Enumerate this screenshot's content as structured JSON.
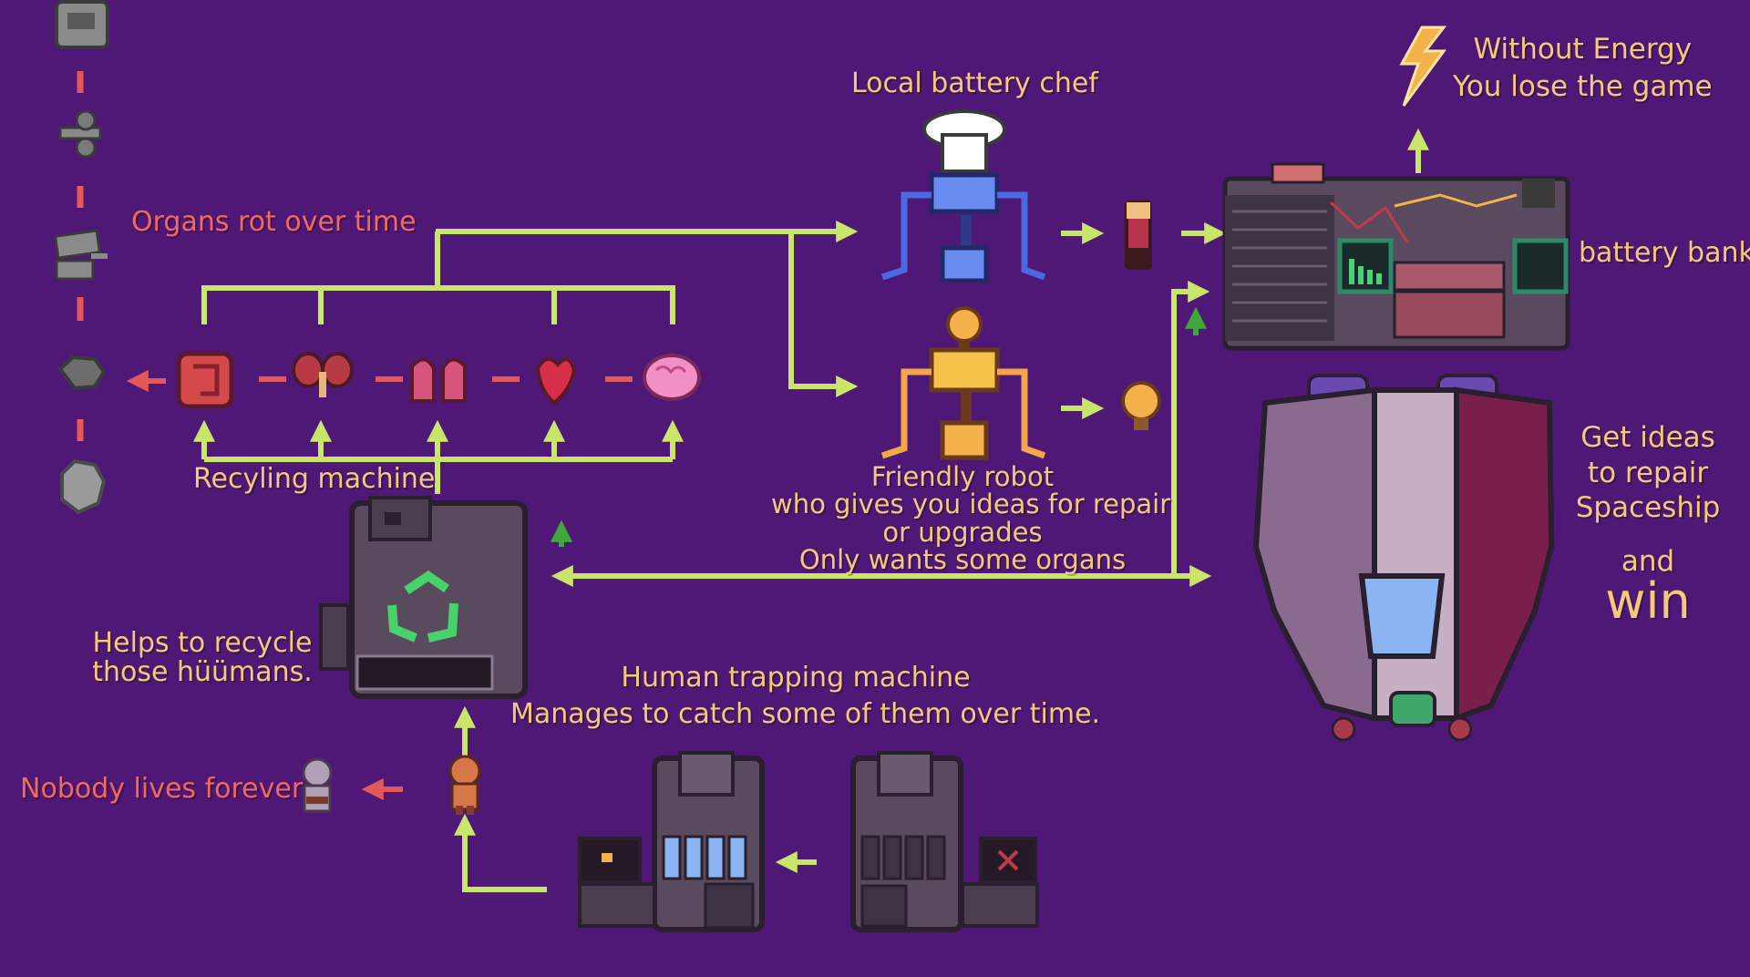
{
  "colors": {
    "background": "#4f1877",
    "arrow_green": "#c9e66b",
    "text_yellow": "#f5c97a",
    "text_red": "#ef6a5c",
    "arrow_red": "#e3595a"
  },
  "icons": [
    "skull-icon",
    "bone-icon",
    "broken-bones-icon",
    "rotten-organ-icon",
    "dust-icon",
    "liver-icon",
    "kidneys-icon",
    "lungs-icon",
    "heart-icon",
    "brain-icon",
    "battery-icon",
    "lightbulb-icon",
    "lightning-icon",
    "recycle-icon",
    "chef-hat-icon"
  ],
  "labels": {
    "energy_line1": "Without Energy",
    "energy_line2": "You lose the game",
    "chef": "Local battery chef",
    "organs_rot": "Organs rot over time",
    "battery_bank": "battery bank",
    "recycling_machine": "Recyling machine",
    "robot_line1": "Friendly robot",
    "robot_line2": "who gives you ideas for repair",
    "robot_line3": "or upgrades",
    "robot_line4": "Only wants some organs",
    "ideas_line1": "Get ideas",
    "ideas_line2": "to repair",
    "ideas_line3": "Spaceship",
    "and": "and",
    "win": "win",
    "helps_line1": "Helps to recycle",
    "helps_line2": "those hüümans.",
    "trap_line1": "Human trapping machine",
    "trap_line2": "Manages to catch some of them over time.",
    "nobody": "Nobody lives forever"
  }
}
